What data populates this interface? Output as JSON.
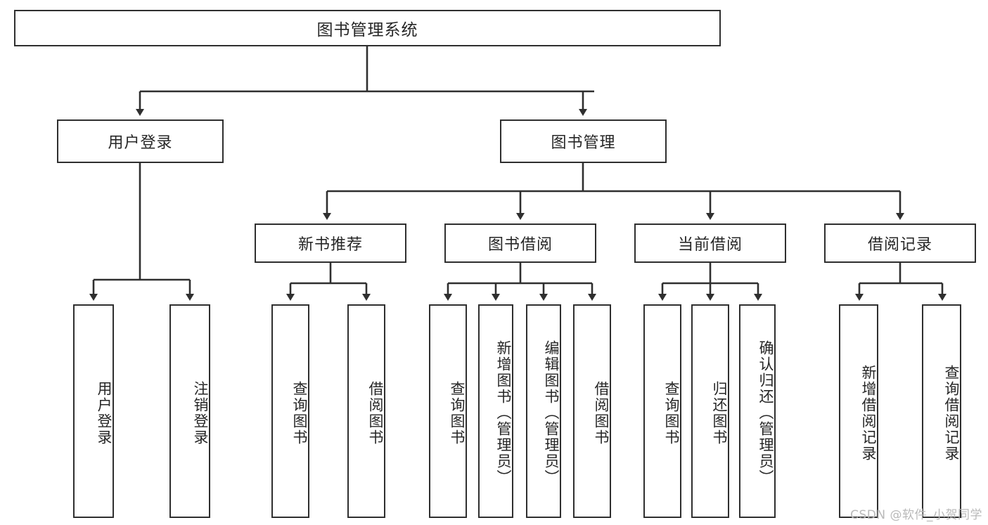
{
  "diagram": {
    "title": "图书管理系统",
    "type": "hierarchy-tree",
    "root": {
      "label": "图书管理系统"
    },
    "level2": [
      {
        "label": "用户登录"
      },
      {
        "label": "图书管理"
      }
    ],
    "level3": [
      {
        "label": "新书推荐"
      },
      {
        "label": "图书借阅"
      },
      {
        "label": "当前借阅"
      },
      {
        "label": "借阅记录"
      }
    ],
    "leaves": [
      {
        "label": "用户登录"
      },
      {
        "label": "注销登录"
      },
      {
        "label": "查询图书"
      },
      {
        "label": "借阅图书"
      },
      {
        "label": "查询图书"
      },
      {
        "label": "新增图书（管理员）"
      },
      {
        "label": "编辑图书（管理员）"
      },
      {
        "label": "借阅图书"
      },
      {
        "label": "查询图书"
      },
      {
        "label": "归还图书"
      },
      {
        "label": "确认归还（管理员）"
      },
      {
        "label": "新增借阅记录"
      },
      {
        "label": "查询借阅记录"
      }
    ]
  },
  "watermark": {
    "text": "CSDN @软件_小贺同学"
  },
  "colors": {
    "stroke": "#2f2f2f",
    "fill": "#ffffff",
    "text": "#262626",
    "watermark": "#b9b9b9"
  }
}
